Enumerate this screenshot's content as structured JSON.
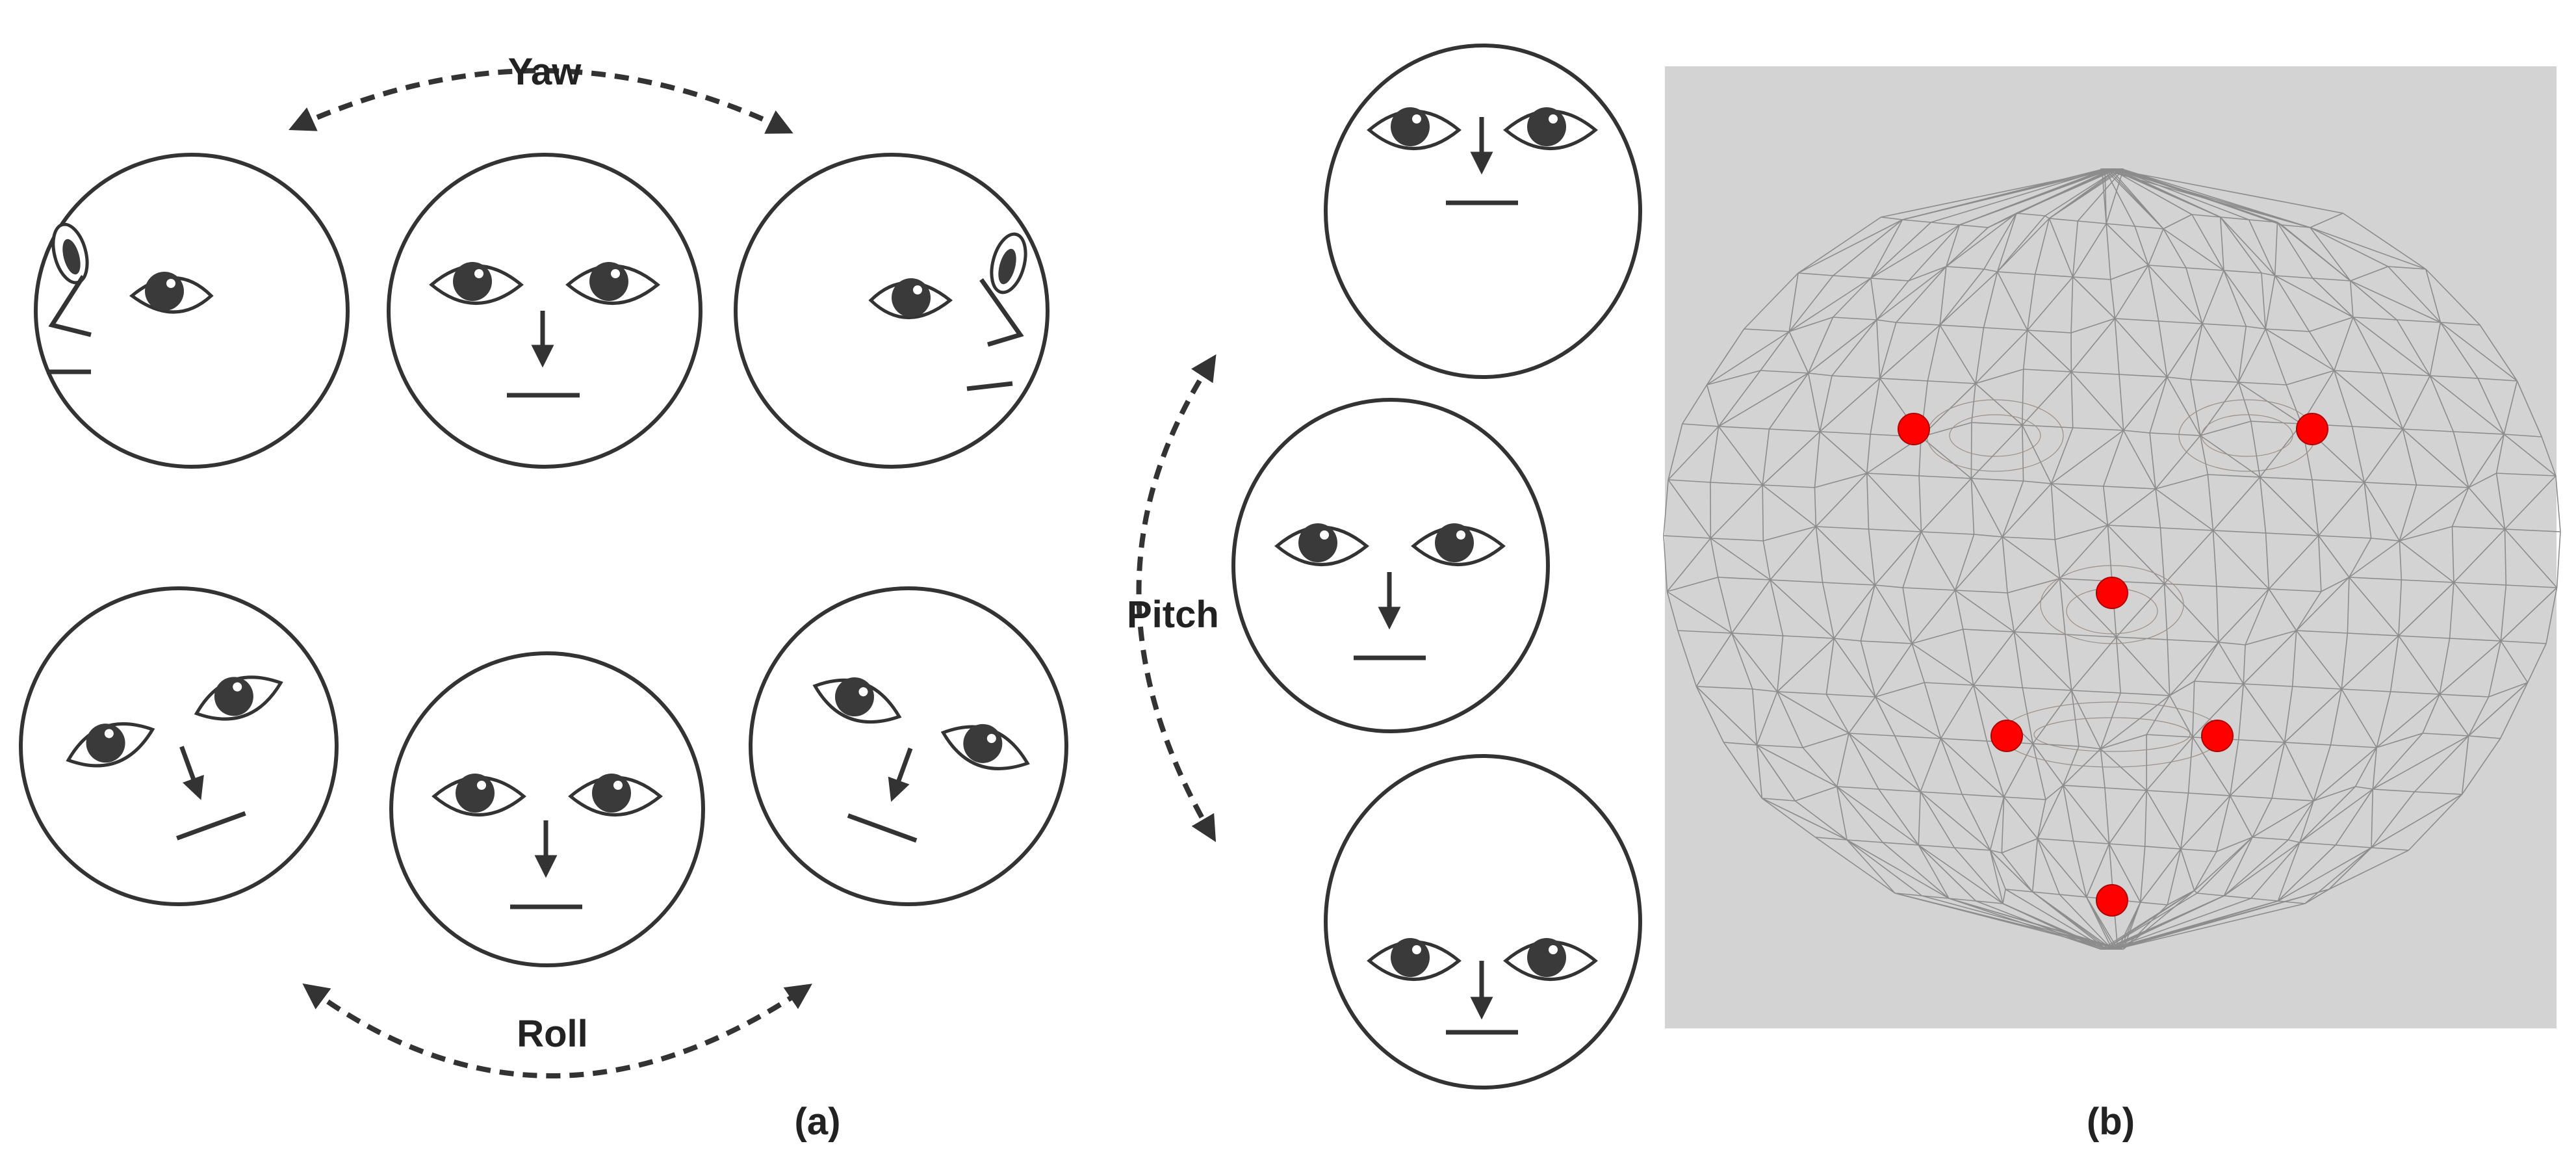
{
  "labels": {
    "yaw": "Yaw",
    "roll": "Roll",
    "pitch": "Pitch",
    "panel_a": "(a)",
    "panel_b": "(b)"
  },
  "colors": {
    "ink": "#333333",
    "mesh_background": "#d3d3d3",
    "mesh_line": "#8c8c8c",
    "landmark": "#ff0000"
  },
  "faces": {
    "yaw": [
      "turned-left",
      "frontal",
      "turned-right"
    ],
    "roll": [
      "tilted-left",
      "frontal",
      "tilted-right"
    ],
    "pitch": [
      "looking-up",
      "frontal",
      "looking-down"
    ]
  },
  "landmarks": [
    "right-eye-corner",
    "left-eye-corner",
    "nose-tip",
    "right-mouth-corner",
    "left-mouth-corner",
    "chin"
  ]
}
